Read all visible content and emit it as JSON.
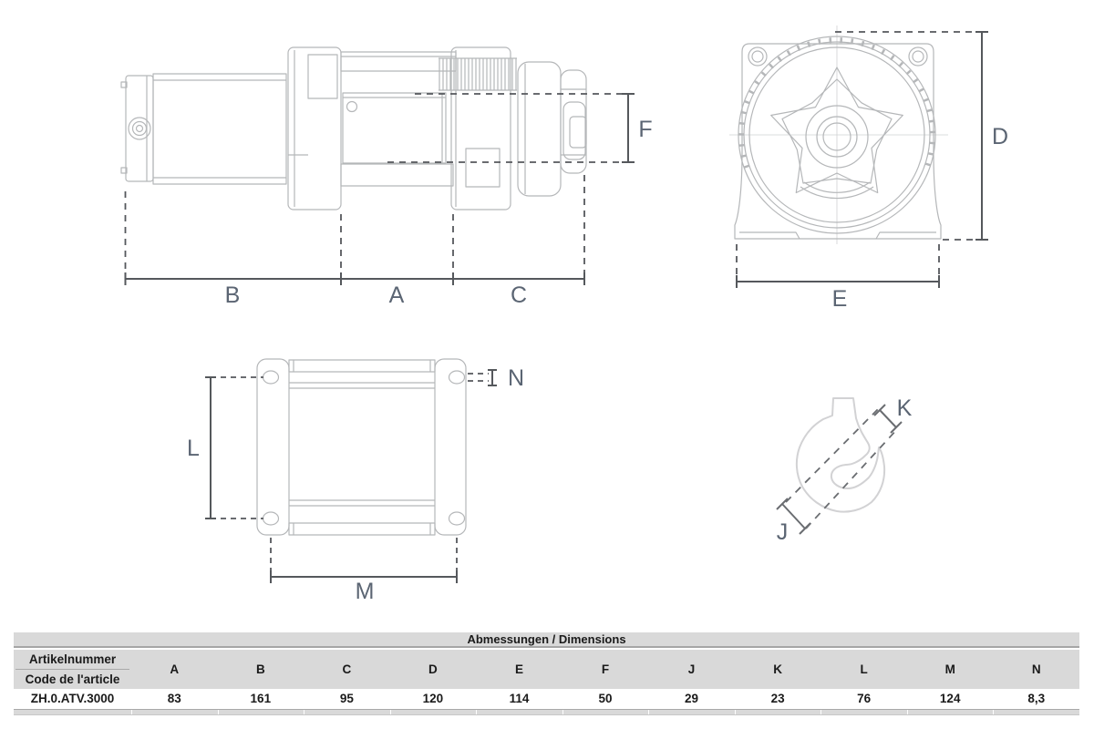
{
  "document": {
    "type": "winch-dimensions-datasheet"
  },
  "drawing_labels": {
    "side": {
      "b": "B",
      "a": "A",
      "c": "C",
      "f": "F"
    },
    "front": {
      "d": "D",
      "e": "E"
    },
    "plate": {
      "l": "L",
      "m": "M",
      "n": "N"
    },
    "hook": {
      "j": "J",
      "k": "K"
    }
  },
  "table": {
    "title": "Abmessungen / Dimensions",
    "article_header_line1": "Artikelnummer",
    "article_header_line2": "Code de l'article",
    "columns": [
      "A",
      "B",
      "C",
      "D",
      "E",
      "F",
      "J",
      "K",
      "L",
      "M",
      "N"
    ],
    "rows": [
      {
        "article": "ZH.0.ATV.3000",
        "values": [
          "83",
          "161",
          "95",
          "120",
          "114",
          "50",
          "29",
          "23",
          "76",
          "124",
          "8,3"
        ]
      }
    ]
  },
  "colors": {
    "drawing_line": "#b5b7b9",
    "dimension_line": "#55585c",
    "label_text": "#5b6573",
    "hook_line": "#d2d2d4",
    "table_band": "#d9d9d9",
    "table_rule": "#a5a5a5",
    "table_text": "#1a1a1a"
  }
}
